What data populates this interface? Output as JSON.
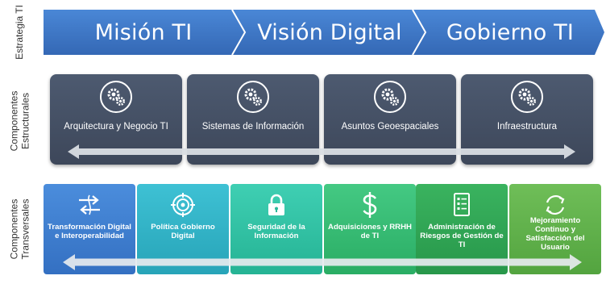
{
  "row_labels": {
    "strategy": "Estrategia TI",
    "structural": [
      "Componentes",
      "Estructurales"
    ],
    "transversal": [
      "Componentes",
      "Transversales"
    ]
  },
  "strategy": [
    "Misión TI",
    "Visión Digital",
    "Gobierno TI"
  ],
  "structural": [
    {
      "label": "Arquitectura y Negocio TI",
      "icon": "gears-icon"
    },
    {
      "label": "Sistemas de Información",
      "icon": "gears-icon"
    },
    {
      "label": "Asuntos Geoespaciales",
      "icon": "gears-icon"
    },
    {
      "label": "Infraestructura",
      "icon": "gears-icon"
    }
  ],
  "transversal": [
    {
      "label": "Transformación Digital e Interoperabilidad",
      "icon": "exchange-arrows-icon",
      "color": "#3f7fd0"
    },
    {
      "label": "Política Gobierno Digital",
      "icon": "target-icon",
      "color": "#2fb1c6"
    },
    {
      "label": "Seguridad de la Información",
      "icon": "lock-icon",
      "color": "#2ec0a4"
    },
    {
      "label": "Adquisiciones y RRHH de TI",
      "icon": "dollar-icon",
      "color": "#35bb72"
    },
    {
      "label": "Administración de Riesgos de Gestión de TI",
      "icon": "checklist-icon",
      "color": "#33a85a"
    },
    {
      "label": "Mejoramiento Continuo y Satisfacción del Usuario",
      "icon": "cycle-arrows-icon",
      "color": "#63b44c"
    }
  ],
  "colors": {
    "banner": "#3b78c9",
    "structural_card": "#46526a",
    "arrow": "#d9dde3"
  }
}
